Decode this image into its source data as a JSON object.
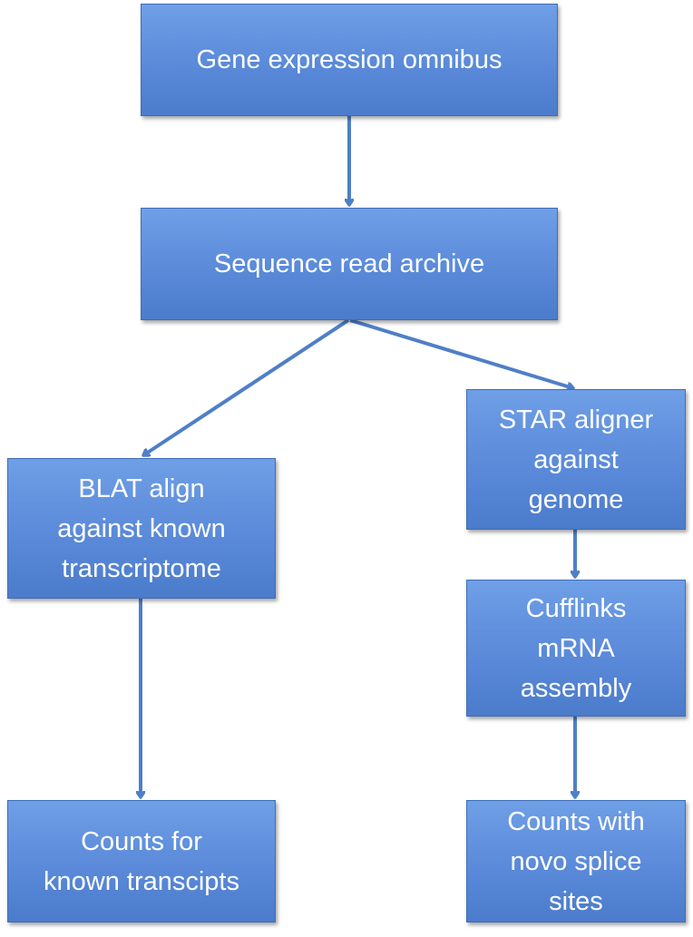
{
  "nodes": {
    "geo": {
      "lines": [
        "Gene expression omnibus"
      ]
    },
    "sra": {
      "lines": [
        "Sequence read archive"
      ]
    },
    "blat": {
      "lines": [
        "BLAT align",
        "against known",
        "transcriptome"
      ]
    },
    "star": {
      "lines": [
        "STAR aligner",
        "against",
        "genome"
      ]
    },
    "cufflinks": {
      "lines": [
        "Cufflinks",
        "mRNA",
        "assembly"
      ]
    },
    "counts_known": {
      "lines": [
        "Counts for",
        "known transcipts"
      ]
    },
    "counts_novo": {
      "lines": [
        "Counts with",
        "novo splice",
        "sites"
      ]
    }
  },
  "edges": [
    {
      "from": "geo",
      "to": "sra"
    },
    {
      "from": "sra",
      "to": "blat"
    },
    {
      "from": "sra",
      "to": "star"
    },
    {
      "from": "blat",
      "to": "counts_known"
    },
    {
      "from": "star",
      "to": "cufflinks"
    },
    {
      "from": "cufflinks",
      "to": "counts_novo"
    }
  ],
  "colors": {
    "box_fill": "#5a8ad9",
    "box_border": "#3f6db5",
    "arrow": "#4f7fc7",
    "text": "#ffffff"
  }
}
